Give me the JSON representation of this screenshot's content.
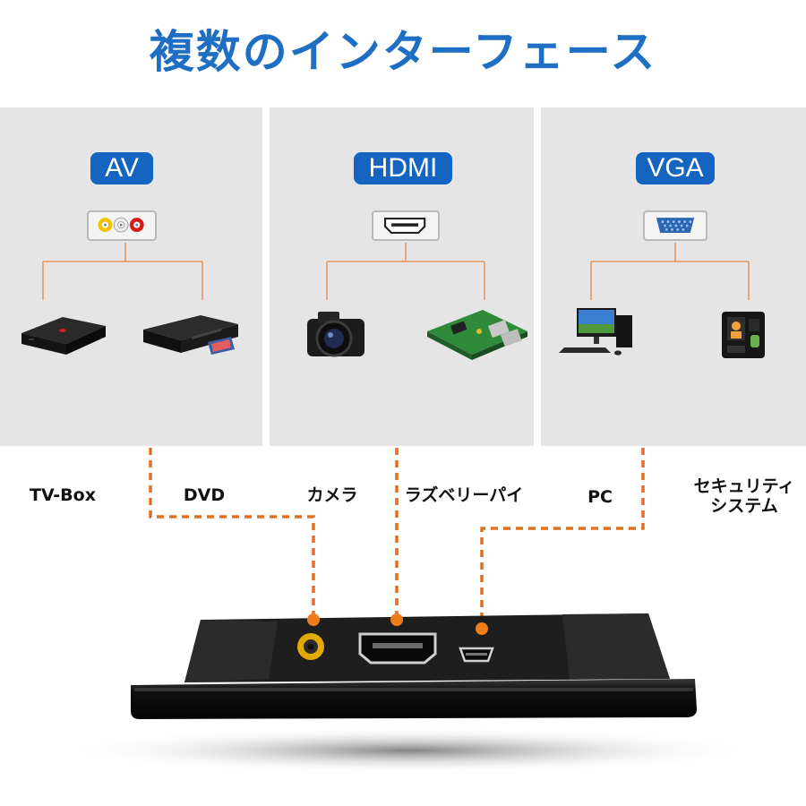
{
  "title": "複数のインターフェース",
  "panels": [
    {
      "badge": "AV",
      "devices": [
        {
          "label": "TV-Box",
          "icon": "tv-box-icon"
        },
        {
          "label": "DVD",
          "icon": "dvd-player-icon"
        }
      ]
    },
    {
      "badge": "HDMI",
      "devices": [
        {
          "label": "カメラ",
          "icon": "camera-icon"
        },
        {
          "label": "ラズベリーパイ",
          "icon": "raspberry-pi-icon"
        }
      ]
    },
    {
      "badge": "VGA",
      "devices": [
        {
          "label": "PC",
          "icon": "desktop-pc-icon"
        },
        {
          "label": "セキュリティ",
          "label2": "システム",
          "icon": "security-terminal-icon"
        }
      ]
    }
  ],
  "colors": {
    "title": "#1e6fc4",
    "badge": "#1565c0",
    "panel": "#e5e5e5",
    "tree_line": "#e8965a",
    "dashed_line": "#e07020",
    "port_dot": "#ef7d1a"
  }
}
